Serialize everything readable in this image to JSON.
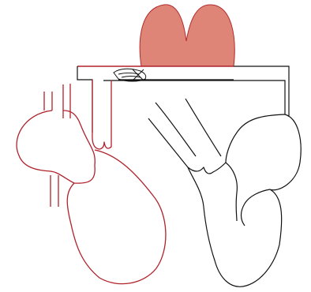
{
  "diagram": {
    "colors": {
      "red_outline": "#b0222b",
      "black_outline": "#111111",
      "heart_fill": "#de8577",
      "heart_stroke": "#b22b2b",
      "background": "#ffffff"
    },
    "elements": [
      {
        "name": "heart-shape",
        "kind": "filled-shape",
        "color": "heart_fill"
      },
      {
        "name": "red-connector-bar",
        "kind": "line",
        "color": "red_outline"
      },
      {
        "name": "black-connector-bar",
        "kind": "line",
        "color": "black_outline"
      },
      {
        "name": "left-red-organ-outline",
        "kind": "outline",
        "color": "red_outline"
      },
      {
        "name": "right-black-organ-outline",
        "kind": "outline",
        "color": "black_outline"
      },
      {
        "name": "small-sketch-icon",
        "kind": "sketch",
        "color": "black_outline"
      }
    ]
  }
}
